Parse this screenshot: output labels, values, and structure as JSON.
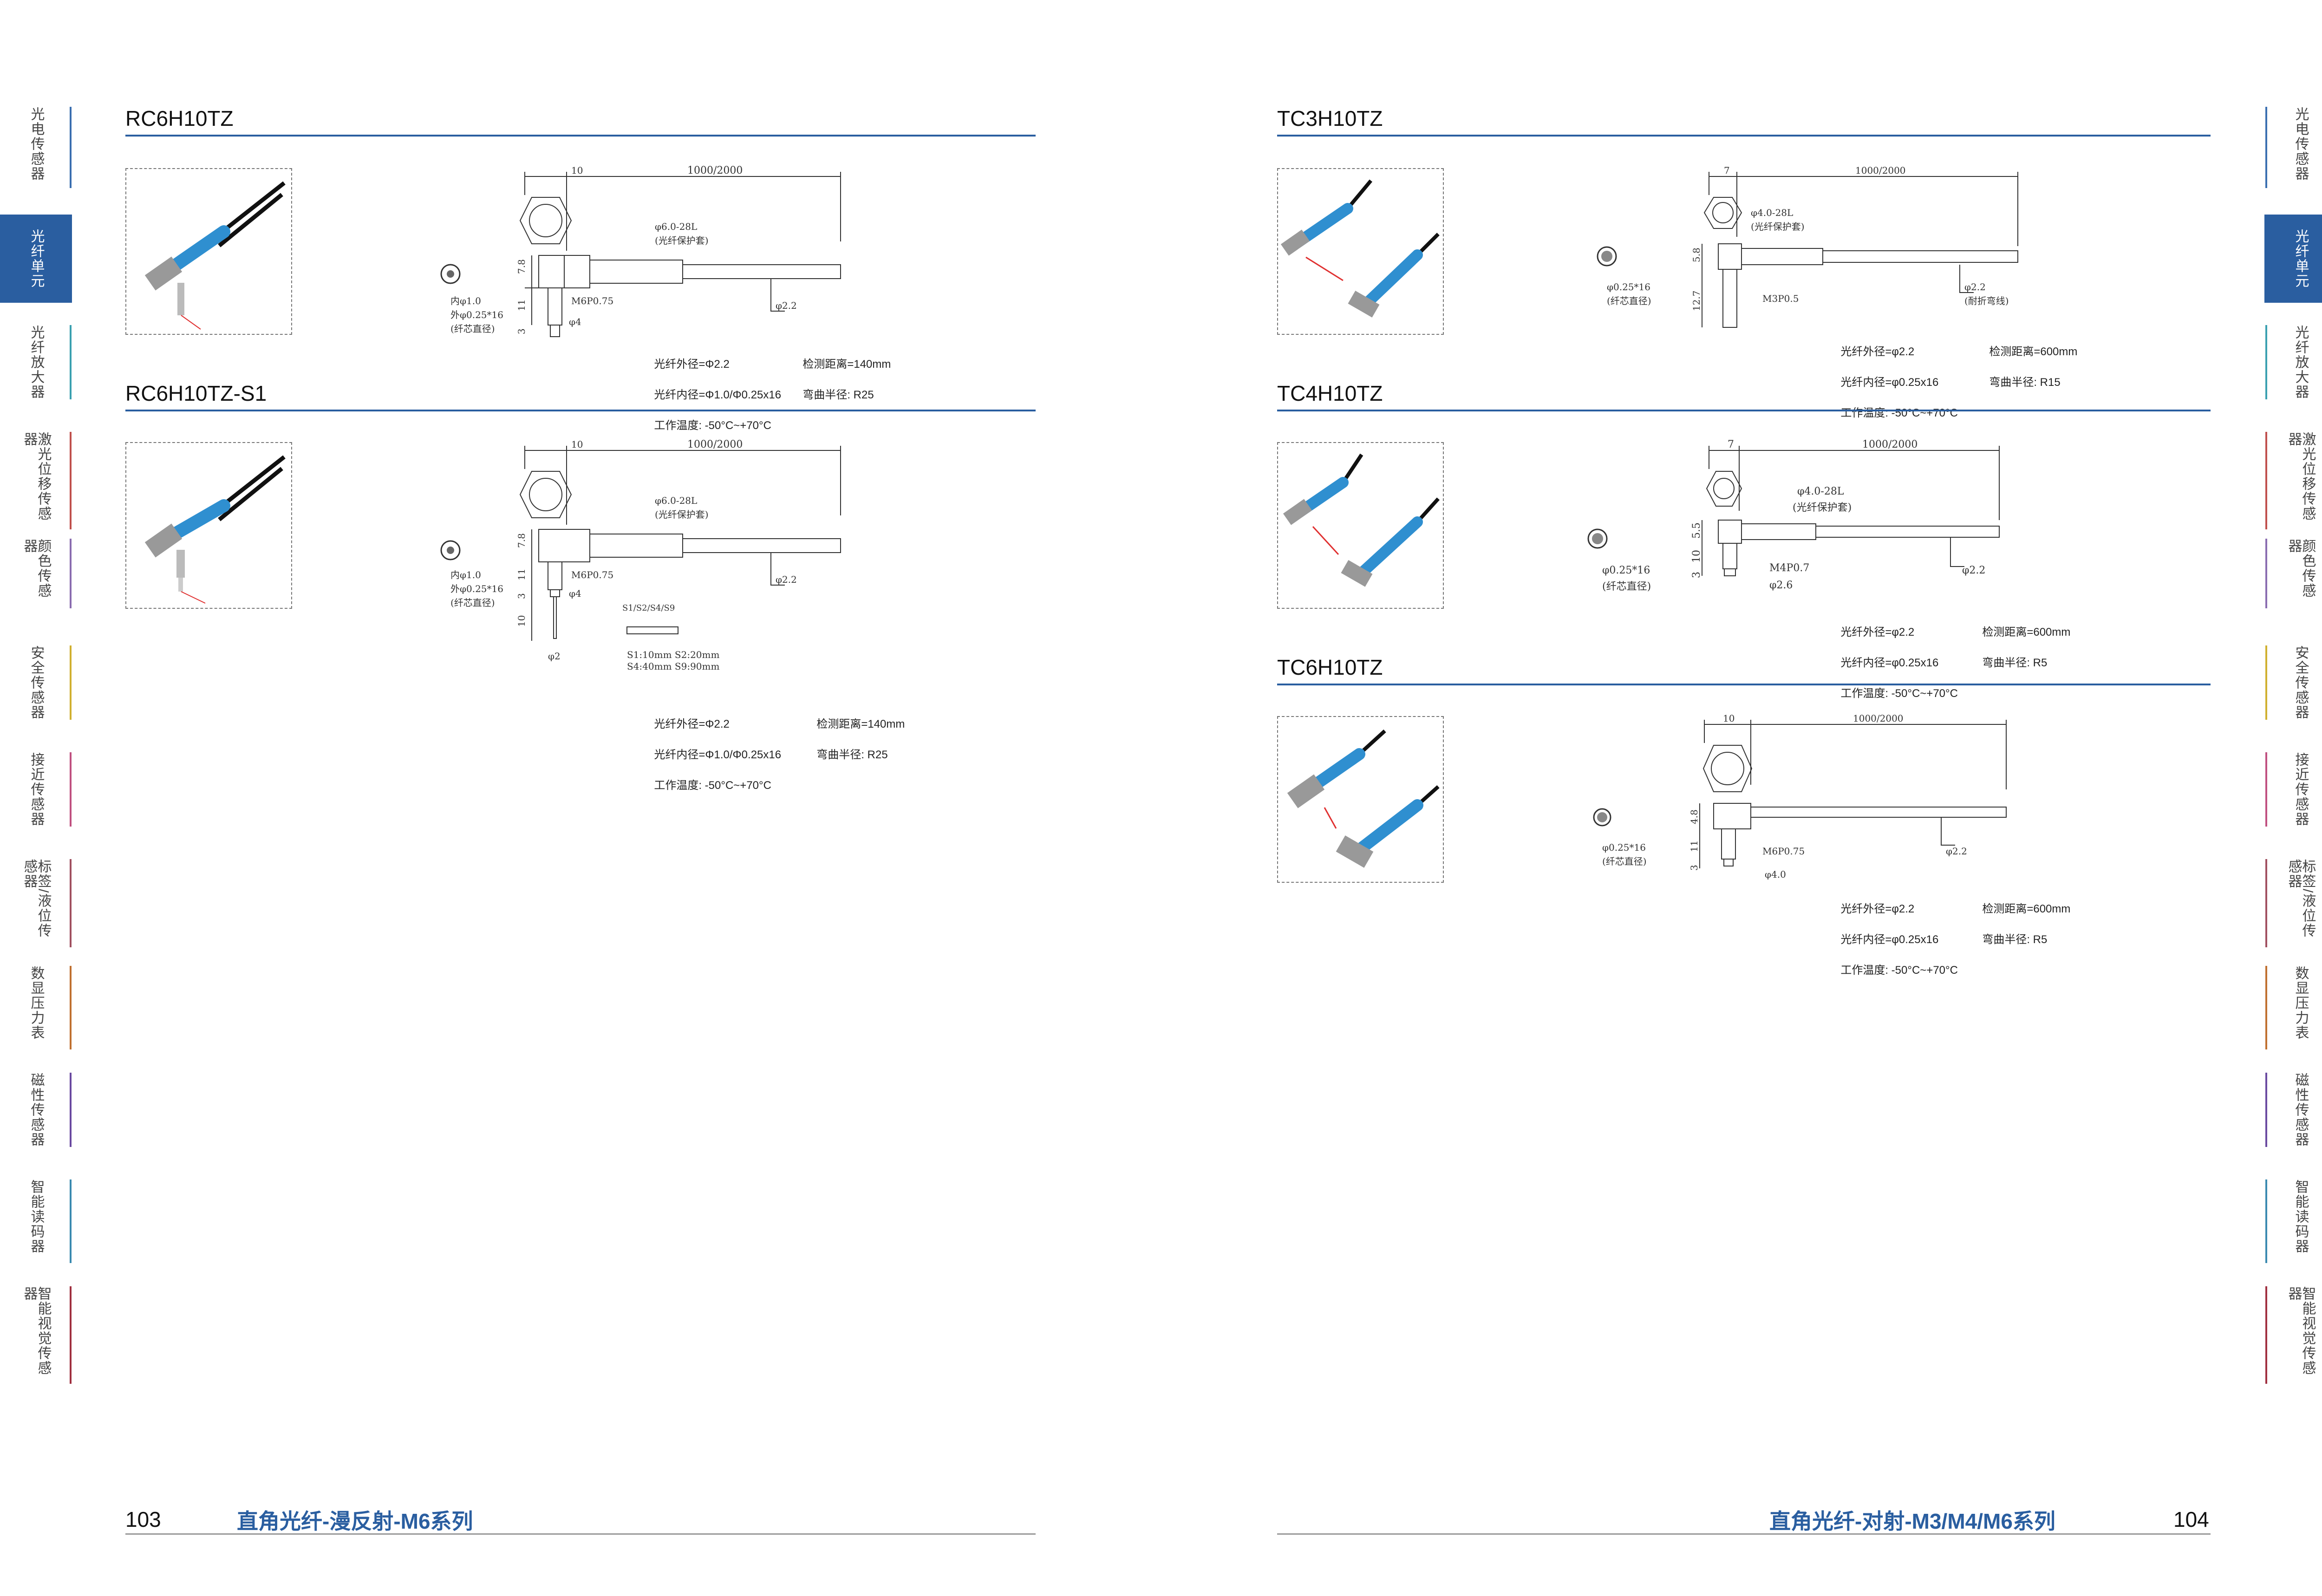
{
  "side_nav": {
    "items": [
      {
        "label": "光电传感器",
        "color": "#3a6fb0",
        "active": false
      },
      {
        "label": "光纤单元",
        "color": "#2a5ea0",
        "active": true
      },
      {
        "label": "光纤放大器",
        "color": "#3aa0b0",
        "active": false
      },
      {
        "label": "激光位移传感器",
        "color": "#c0504d",
        "active": false
      },
      {
        "label": "颜色传感器",
        "color": "#8a6cb0",
        "active": false
      },
      {
        "label": "安全传感器",
        "color": "#d0b030",
        "active": false
      },
      {
        "label": "接近传感器",
        "color": "#c05080",
        "active": false
      },
      {
        "label": "标签/液位传感器",
        "color": "#a05060",
        "active": false
      },
      {
        "label": "数显压力表",
        "color": "#c07030",
        "active": false
      },
      {
        "label": "磁性传感器",
        "color": "#6a4aa0",
        "active": false
      },
      {
        "label": "智能读码器",
        "color": "#3a8ab0",
        "active": false
      },
      {
        "label": "智能视觉传感器",
        "color": "#a03040",
        "active": false
      }
    ]
  },
  "left_page": {
    "page_number": "103",
    "series_title": "直角光纤-漫反射-M6系列",
    "products": [
      {
        "model": "RC6H10TZ",
        "dims": {
          "hex": "10",
          "length": "1000/2000",
          "thread": "M6P0.75",
          "sleeve_a": "φ6.0-28L",
          "sleeve_b": "(光纤保护套)",
          "outer": "φ2.2",
          "tip": "φ4",
          "h1": "7.8",
          "h2": "11",
          "h3": "3",
          "core_a": "内φ1.0",
          "core_b": "外φ0.25*16",
          "core_c": "(纤芯直径)"
        },
        "specs": {
          "l1": "光纤外径=Φ2.2",
          "r1": "检测距离=140mm",
          "l2": "光纤内径=Φ1.0/Φ0.25x16",
          "r2": "弯曲半径: R25",
          "l3": "工作温度: -50°C~+70°C"
        }
      },
      {
        "model": "RC6H10TZ-S1",
        "dims": {
          "hex": "10",
          "length": "1000/2000",
          "thread": "M6P0.75",
          "sleeve_a": "φ6.0-28L",
          "sleeve_b": "(光纤保护套)",
          "outer": "φ2.2",
          "tip": "φ4",
          "h1": "7.8",
          "h2": "11",
          "h3": "3",
          "h4": "10",
          "tube": "φ2",
          "opt": "S1/S2/S4/S9",
          "opt_a": "S1:10mm  S2:20mm",
          "opt_b": "S4:40mm  S9:90mm",
          "core_a": "内φ1.0",
          "core_b": "外φ0.25*16",
          "core_c": "(纤芯直径)"
        },
        "specs": {
          "l1": "光纤外径=Φ2.2",
          "r1": "检测距离=140mm",
          "l2": "光纤内径=Φ1.0/Φ0.25x16",
          "r2": "弯曲半径: R25",
          "l3": "工作温度: -50°C~+70°C"
        }
      }
    ]
  },
  "right_page": {
    "page_number": "104",
    "series_title": "直角光纤-对射-M3/M4/M6系列",
    "products": [
      {
        "model": "TC3H10TZ",
        "dims": {
          "hex": "7",
          "length": "1000/2000",
          "thread": "M3P0.5",
          "sleeve_a": "φ4.0-28L",
          "sleeve_b": "(光纤保护套)",
          "outer": "φ2.2",
          "outer_b": "(耐折弯线)",
          "h1": "5.8",
          "h2": "12.7",
          "core_a": "φ0.25*16",
          "core_c": "(纤芯直径)"
        },
        "specs": {
          "l1": "光纤外径=φ2.2",
          "r1": "检测距离=600mm",
          "l2": "光纤内径=φ0.25x16",
          "r2": "弯曲半径: R15",
          "l3": "工作温度: -50°C~+70°C"
        }
      },
      {
        "model": "TC4H10TZ",
        "dims": {
          "hex": "7",
          "length": "1000/2000",
          "thread": "M4P0.7",
          "sleeve_a": "φ4.0-28L",
          "sleeve_b": "(光纤保护套)",
          "outer": "φ2.2",
          "tip": "φ2.6",
          "h1": "5.5",
          "h2": "10",
          "h3": "3",
          "core_a": "φ0.25*16",
          "core_c": "(纤芯直径)"
        },
        "specs": {
          "l1": "光纤外径=φ2.2",
          "r1": "检测距离=600mm",
          "l2": "光纤内径=φ0.25x16",
          "r2": "弯曲半径: R5",
          "l3": "工作温度: -50°C~+70°C"
        }
      },
      {
        "model": "TC6H10TZ",
        "dims": {
          "hex": "10",
          "length": "1000/2000",
          "thread": "M6P0.75",
          "outer": "φ2.2",
          "tip": "φ4.0",
          "h1": "4.8",
          "h2": "11",
          "h3": "3",
          "core_a": "φ0.25*16",
          "core_c": "(纤芯直径)"
        },
        "specs": {
          "l1": "光纤外径=φ2.2",
          "r1": "检测距离=600mm",
          "l2": "光纤内径=φ0.25x16",
          "r2": "弯曲半径: R5",
          "l3": "工作温度: -50°C~+70°C"
        }
      }
    ]
  }
}
